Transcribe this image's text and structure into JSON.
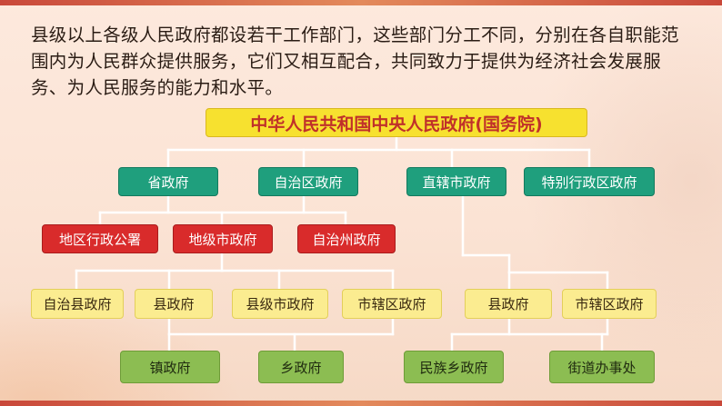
{
  "intro_text": "县级以上各级人民政府都设若干工作部门，这些部门分工不同，分别在各自职能范围内为人民群众提供服务，它们又相互配合，共同致力于提供为经济社会发展服务、为人民服务的能力和水平。",
  "colors": {
    "top": "#f7e12f",
    "top_text": "#c0302a",
    "teal": "#1f9f7d",
    "red": "#d92b2b",
    "yellow": "#fbec90",
    "green": "#8cbd52",
    "line": "#ffffff"
  },
  "org_chart": {
    "top": "中华人民共和国中央人民政府(国务院)",
    "level1": [
      "省政府",
      "自治区政府",
      "直辖市政府",
      "特别行政区政府"
    ],
    "level2": [
      "地区行政公署",
      "地级市政府",
      "自治州政府"
    ],
    "level3_left": [
      "自治县政府",
      "县政府",
      "县级市政府",
      "市辖区政府"
    ],
    "level3_right": [
      "县政府",
      "市辖区政府"
    ],
    "level4": [
      "镇政府",
      "乡政府",
      "民族乡政府",
      "街道办事处"
    ]
  }
}
